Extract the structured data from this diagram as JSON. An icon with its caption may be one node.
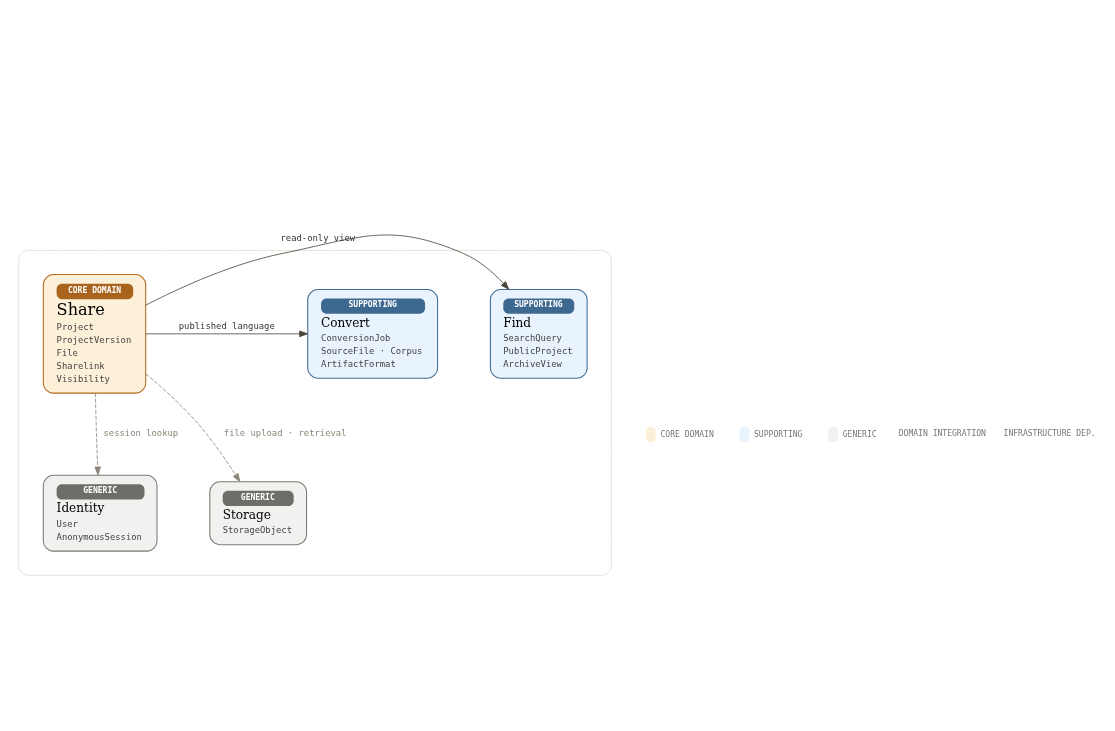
{
  "diagram": {
    "nodes": [
      {
        "text": [],
        "shape": "box"
      },
      {
        "text": [
          "CORE DOMAIN",
          "Share",
          "Project",
          "ProjectVersion",
          "File",
          "Sharelink",
          "Visibility"
        ],
        "in": 0
      },
      {
        "text": [
          "SUPPORTING",
          "Find",
          "SearchQuery",
          "PublicProject",
          "ArchiveView"
        ],
        "in": 0
      },
      {
        "text": [
          "SUPPORTING",
          "Convert",
          "ConversionJob",
          "SourceFile · Corpus",
          "ArtifactFormat"
        ],
        "in": 0
      },
      {
        "text": [
          "GENERIC",
          "Identity",
          "User",
          "AnonymousSession"
        ],
        "in": 0
      },
      {
        "text": [
          "GENERIC",
          "Storage",
          "StorageObject"
        ],
        "in": 0
      }
    ],
    "edges": [
      {
        "from": 1,
        "to": 2,
        "arrow": "to",
        "label": "read-only view"
      },
      {
        "from": 1,
        "to": 3,
        "arrow": "to",
        "label": "published language"
      },
      {
        "from": 1,
        "to": 4,
        "arrow": "to",
        "label": "session lookup",
        "style": "dashed",
        "color": "#8a8576"
      },
      {
        "from": 1,
        "to": 5,
        "arrow": "to",
        "label": "file upload · retrieval",
        "style": "dashed",
        "color": "#8a8576"
      }
    ],
    "legend": [
      {
        "text": "CORE DOMAIN",
        "color": "#fdf0d9"
      },
      {
        "text": "SUPPORTING",
        "color": "#e8f3fd"
      },
      {
        "text": "GENERIC",
        "color": "#f2f1ef"
      },
      {
        "text": "DOMAIN INTEGRATION"
      },
      {
        "text": "INFRASTRUCTURE DEP."
      }
    ]
  }
}
